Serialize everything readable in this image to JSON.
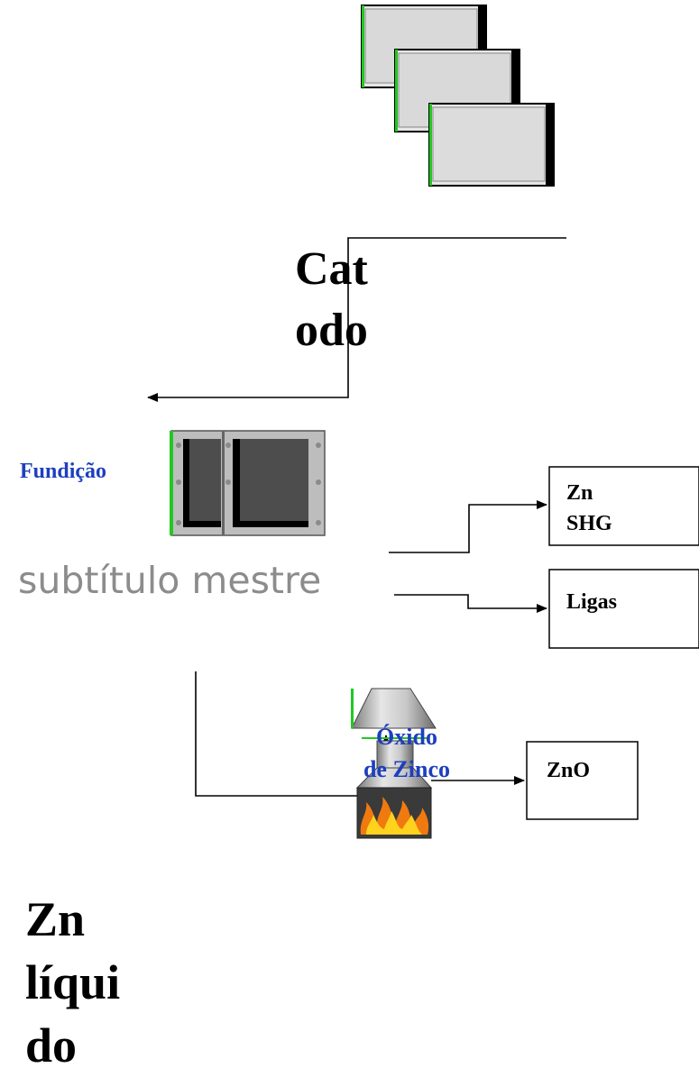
{
  "diagram": {
    "cathode_label": [
      "Cat",
      "odo"
    ],
    "smelting_label": "Fundição",
    "subtitle_placeholder": "subtítulo mestre",
    "liquid_zinc_label": [
      "Zn",
      "líqui",
      "do"
    ],
    "zinc_oxide_label": [
      "Óxido",
      "de Zinco"
    ],
    "products": {
      "shg": [
        "Zn",
        "SHG"
      ],
      "alloys": "Ligas",
      "zno": "ZnO"
    }
  },
  "colors": {
    "accent_blue": "#1d3fbf",
    "placeholder_gray": "#8c8c8c",
    "plate_green": "#22c822",
    "flame_orange": "#f07a10"
  },
  "icons": [
    "cathode-plates-icon",
    "casting-furnace-icon",
    "oxide-kiln-icon",
    "flame-icon"
  ]
}
